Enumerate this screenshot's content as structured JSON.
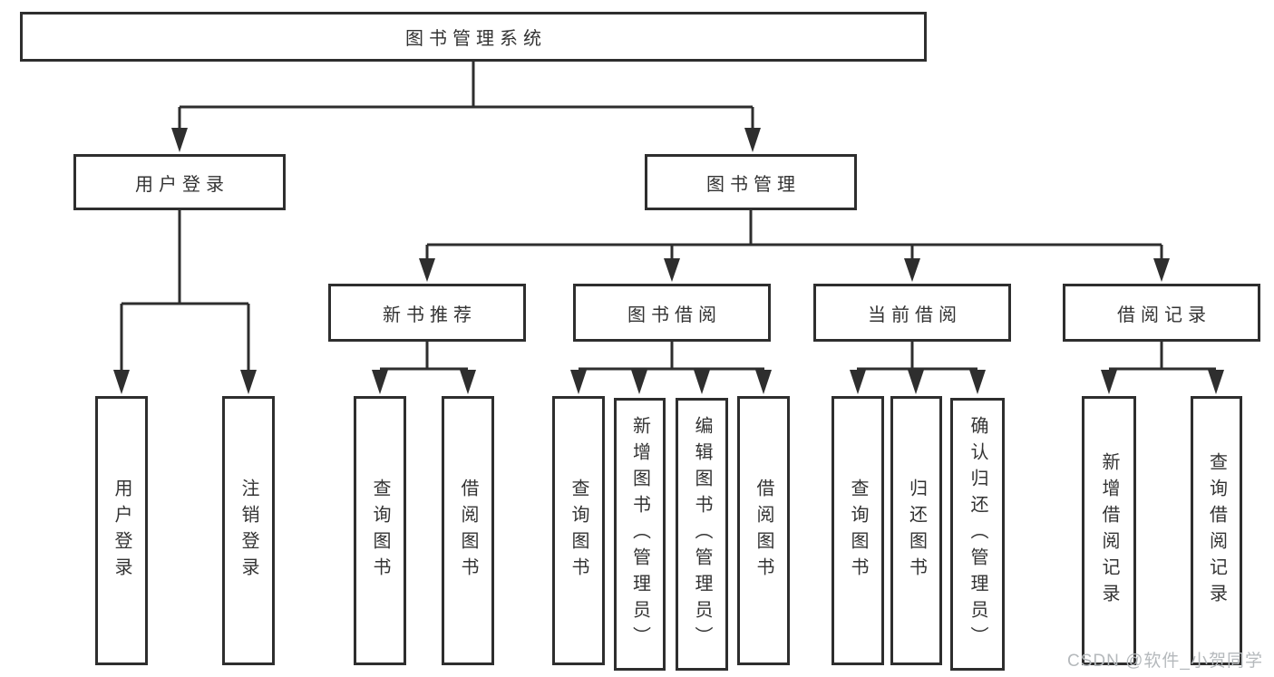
{
  "tree": {
    "label": "图书管理系统",
    "children": [
      {
        "label": "用户登录",
        "children": [
          {
            "label": "用户登录"
          },
          {
            "label": "注销登录"
          }
        ]
      },
      {
        "label": "图书管理",
        "children": [
          {
            "label": "新书推荐",
            "children": [
              {
                "label": "查询图书"
              },
              {
                "label": "借阅图书"
              }
            ]
          },
          {
            "label": "图书借阅",
            "children": [
              {
                "label": "查询图书"
              },
              {
                "label": "新增图书（管理员）"
              },
              {
                "label": "编辑图书（管理员）"
              },
              {
                "label": "借阅图书"
              }
            ]
          },
          {
            "label": "当前借阅",
            "children": [
              {
                "label": "查询图书"
              },
              {
                "label": "归还图书"
              },
              {
                "label": "确认归还（管理员）"
              }
            ]
          },
          {
            "label": "借阅记录",
            "children": [
              {
                "label": "新增借阅记录"
              },
              {
                "label": "查询借阅记录"
              }
            ]
          }
        ]
      }
    ]
  },
  "watermark": {
    "text": "CSDN @软件_小贺同学"
  },
  "colors": {
    "line": "#2e2e2e",
    "text": "#333333",
    "watermark": "#b5b9bc",
    "background": "#ffffff"
  }
}
